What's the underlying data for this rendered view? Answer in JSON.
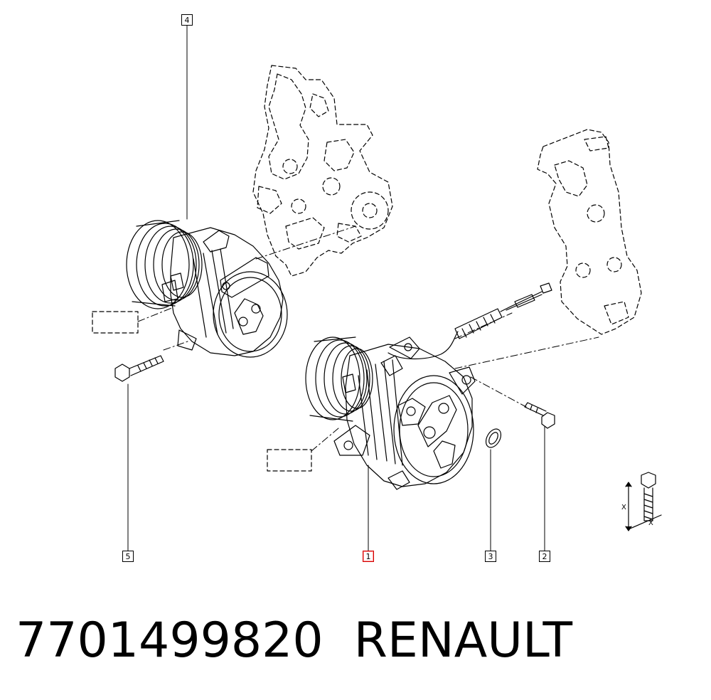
{
  "callouts": [
    {
      "id": "4",
      "label": "4"
    },
    {
      "id": "5",
      "label": "5"
    },
    {
      "id": "1",
      "label": "1"
    },
    {
      "id": "3",
      "label": "3"
    },
    {
      "id": "2",
      "label": "2"
    }
  ],
  "bolt_detail": {
    "label_a": "X",
    "label_b": "X"
  },
  "caption": {
    "part_number": "7701499820",
    "brand": "RENAULT"
  },
  "colors": {
    "line": "#000000",
    "selected_callout": "#d00000",
    "background": "#ffffff"
  }
}
